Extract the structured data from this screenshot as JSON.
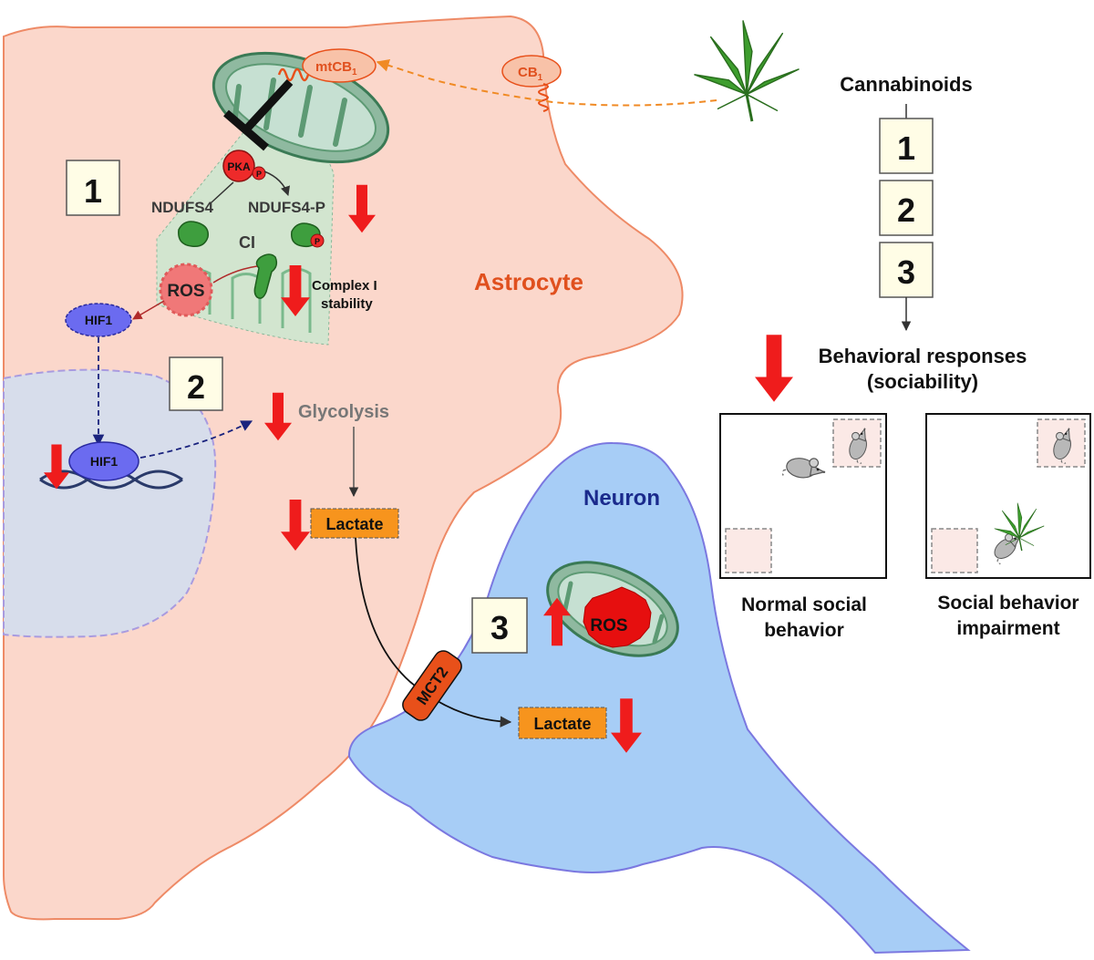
{
  "colors": {
    "astrocyte_fill": "#fbd7cb",
    "astrocyte_stroke": "#ee8a66",
    "astrocyte_label": "#e0501e",
    "neuron_fill": "#a7cdf6",
    "neuron_stroke": "#7b78e0",
    "neuron_label": "#1a2a8c",
    "nucleus_fill": "#d7ddeb",
    "decrease_arrow": "#ef1c1c",
    "lactate_box": "#f7941d",
    "mct2": "#e8501a",
    "hif1": "#6b6bf0",
    "step_box": "#fffde6",
    "cannabis": "#3e9e2e",
    "cb1_path": "#f39a3a"
  },
  "icons": [
    "cannabis-leaf-icon",
    "mouse-icon",
    "mitochondrion-icon",
    "dna-helix-icon"
  ],
  "labels": {
    "mtcb1": "mtCB",
    "mtcb1_sub": "1",
    "cb1": "CB",
    "cb1_sub": "1",
    "cannabinoids": "Cannabinoids",
    "astrocyte": "Astrocyte",
    "neuron": "Neuron",
    "pka": "PKA",
    "phospho": "P",
    "ndufs4": "NDUFS4",
    "ndufs4p": "NDUFS4-P",
    "ci": "CI",
    "ros_astro": "ROS",
    "ros_neuron": "ROS",
    "complex_line1": "Complex I",
    "complex_line2": "stability",
    "hif1_cyto": "HIF1",
    "hif1_nuc": "HIF1",
    "glycolysis": "Glycolysis",
    "lactate_astro": "Lactate",
    "lactate_neuron": "Lactate",
    "mct2": "MCT2",
    "behavior_line1": "Behavioral responses",
    "behavior_line2": "(sociability)",
    "normal_line1": "Normal social",
    "normal_line2": "behavior",
    "impair_line1": "Social behavior",
    "impair_line2": "impairment"
  },
  "steps": {
    "cell_1": "1",
    "cell_2": "2",
    "cell_3": "3",
    "flow_1": "1",
    "flow_2": "2",
    "flow_3": "3"
  }
}
